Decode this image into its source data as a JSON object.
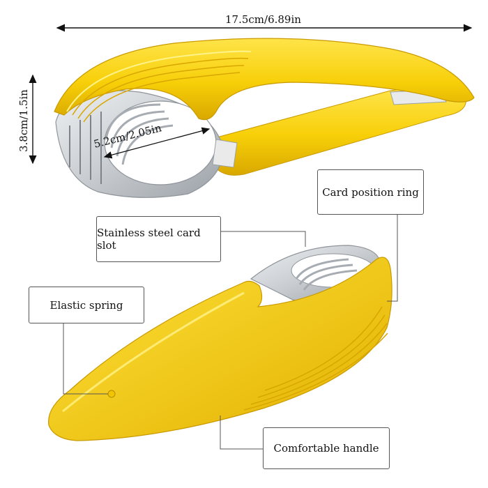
{
  "dimensions": {
    "length": "17.5cm/6.89in",
    "height": "3.8cm/1.5in",
    "diameter": "5.2cm/2.05in"
  },
  "callouts": {
    "card_position_ring": "Card position ring",
    "stainless_steel_card_slot": "Stainless steel card slot",
    "elastic_spring": "Elastic spring",
    "comfortable_handle": "Comfortable handle"
  },
  "colors": {
    "product_yellow": "#f7d10a",
    "product_yellow_dark": "#d9a800",
    "steel": "#cfd2d6",
    "steel_dark": "#8e949a"
  }
}
